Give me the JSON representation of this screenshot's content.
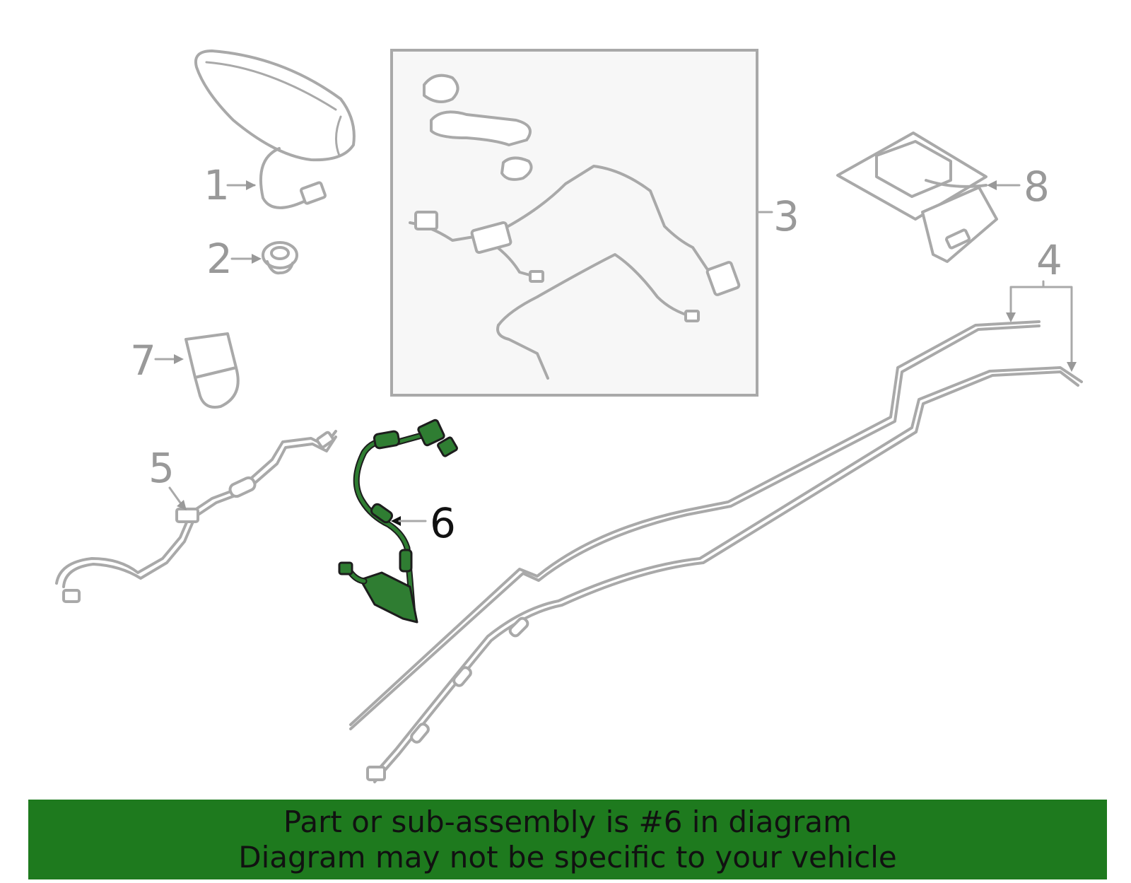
{
  "diagram": {
    "callouts": [
      {
        "id": "1",
        "label": "1"
      },
      {
        "id": "2",
        "label": "2"
      },
      {
        "id": "3",
        "label": "3"
      },
      {
        "id": "4",
        "label": "4"
      },
      {
        "id": "5",
        "label": "5"
      },
      {
        "id": "6",
        "label": "6"
      },
      {
        "id": "7",
        "label": "7"
      },
      {
        "id": "8",
        "label": "8"
      }
    ],
    "highlighted_part": "6",
    "colors": {
      "line_art": "#a9a9a9",
      "highlight": "#2f7d32",
      "callout_text": "#999999",
      "highlight_label": "#111111",
      "banner_bg": "#1e7a1e",
      "banner_text": "#111111"
    }
  },
  "banner": {
    "line1": "Part or sub-assembly is #6 in diagram",
    "line2": "Diagram may not be specific to your vehicle"
  }
}
